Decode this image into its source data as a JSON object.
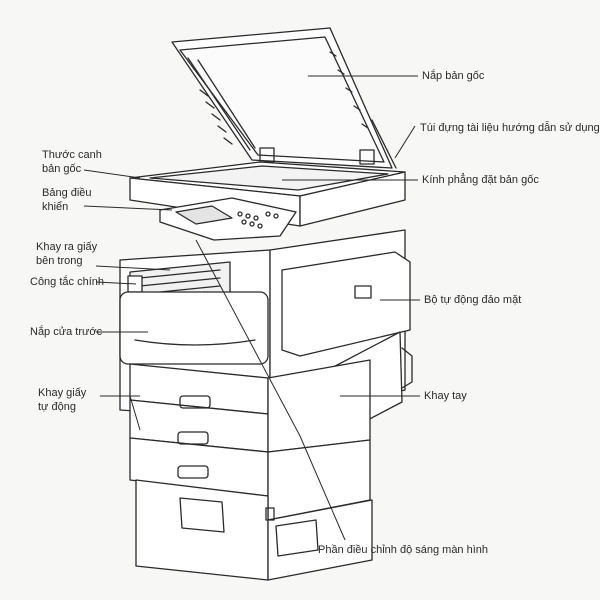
{
  "labels": {
    "original_cover": "Nắp bản gốc",
    "manual_pocket": "Túi đựng tài liệu hướng dẫn sử dụng",
    "glass": "Kính phẳng đặt bản gốc",
    "duplex_unit": "Bộ tự động đảo mặt",
    "manual_tray": "Khay tay",
    "brightness_dial": "Phần điều chỉnh độ sáng màn hình",
    "original_guide": "Thước canh\nbản gốc",
    "control_panel": "Bảng điều\nkhiển",
    "inner_tray": "Khay ra giấy\nbên trong",
    "main_switch": "Công tắc chính",
    "front_cover": "Nắp cửa trước",
    "paper_tray": "Khay giấy\ntự động"
  },
  "style": {
    "ink": "#2a2a2a",
    "background": "#f7f7f5",
    "panel_fill": "#ffffff"
  }
}
